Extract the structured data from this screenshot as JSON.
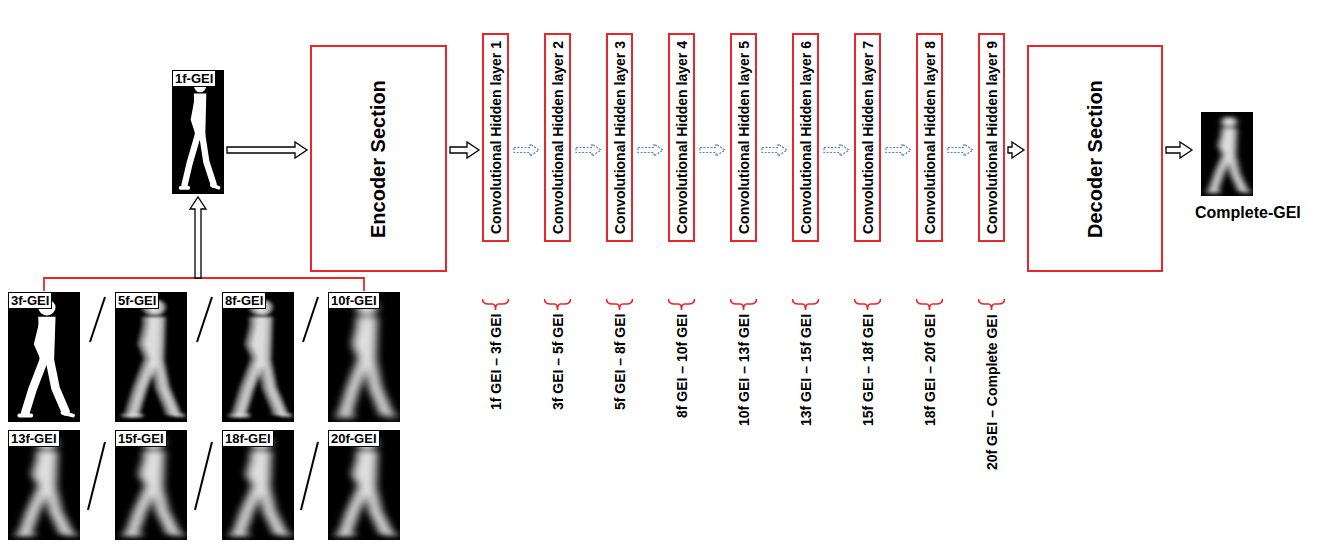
{
  "diagram": {
    "nodes": [
      {
        "text": [
          "1f-GEI"
        ]
      },
      {
        "text": [
          "Encoder Section"
        ]
      },
      {
        "text": [
          "Convolutional Hidden layer 1"
        ]
      },
      {
        "text": [
          "Convolutional Hidden layer 2"
        ]
      },
      {
        "text": [
          "Convolutional Hidden layer 3"
        ]
      },
      {
        "text": [
          "Convolutional Hidden layer 4"
        ]
      },
      {
        "text": [
          "Convolutional Hidden layer 5"
        ]
      },
      {
        "text": [
          "Convolutional Hidden layer 6"
        ]
      },
      {
        "text": [
          "Convolutional Hidden layer 7"
        ]
      },
      {
        "text": [
          "Convolutional Hidden layer 8"
        ]
      },
      {
        "text": [
          "Convolutional Hidden layer 9"
        ]
      },
      {
        "text": [
          "Decoder Section"
        ]
      },
      {
        "text": [
          "Complete-GEI"
        ]
      }
    ],
    "edges": [
      {
        "from": 0,
        "to": 1,
        "arrow": "to"
      },
      {
        "from": 1,
        "to": 2,
        "arrow": "to"
      },
      {
        "from": 2,
        "to": 3,
        "arrow": "to"
      },
      {
        "from": 3,
        "to": 4,
        "arrow": "to"
      },
      {
        "from": 4,
        "to": 5,
        "arrow": "to"
      },
      {
        "from": 5,
        "to": 6,
        "arrow": "to"
      },
      {
        "from": 6,
        "to": 7,
        "arrow": "to"
      },
      {
        "from": 7,
        "to": 8,
        "arrow": "to"
      },
      {
        "from": 8,
        "to": 9,
        "arrow": "to"
      },
      {
        "from": 9,
        "to": 10,
        "arrow": "to"
      },
      {
        "from": 10,
        "to": 11,
        "arrow": "to"
      },
      {
        "from": 11,
        "to": 12,
        "arrow": "to"
      }
    ],
    "labels": [
      "3f-GEI",
      "5f-GEI",
      "8f-GEI",
      "10f-GEI",
      "13f-GEI",
      "15f-GEI",
      "18f-GEI",
      "20f-GEI",
      "1f GEI – 3f GEI",
      "3f GEI – 5f GEI",
      "5f GEI – 8f GEI",
      "8f GEI – 10f GEI",
      "10f GEI – 13f GEI",
      "13f GEI – 15f GEI",
      "15f GEI – 18f GEI",
      "18f GEI – 20f GEI",
      "20f GEI – Complete GEI"
    ]
  }
}
